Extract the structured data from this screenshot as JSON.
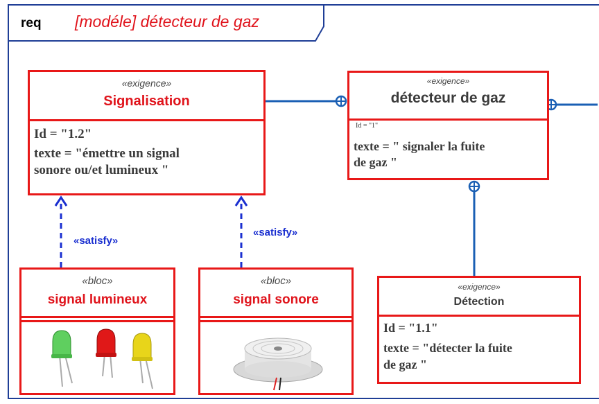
{
  "header": {
    "label": "req",
    "name": "[modéle]  détecteur de gaz"
  },
  "blocks": {
    "signalisation": {
      "stereotype": "«exigence»",
      "name": "Signalisation",
      "id": "Id = \"1.2\"",
      "text_line1": "texte = \"émettre  un signal",
      "text_line2": "sonore ou/et lumineux   \""
    },
    "detecteur": {
      "stereotype": "«exigence»",
      "name": "détecteur de gaz",
      "id": "Id = \"1\"",
      "text_line1": "texte = \" signaler la fuite",
      "text_line2": "de gaz  \""
    },
    "detection": {
      "stereotype": "«exigence»",
      "name": "Détection",
      "id": "Id = \"1.1\"",
      "text_line1": "texte = \"détecter la fuite",
      "text_line2": "de gaz  \""
    },
    "lumineux": {
      "stereotype": "«bloc»",
      "name": "signal lumineux",
      "image": "three LEDs (green, red, yellow)"
    },
    "sonore": {
      "stereotype": "«bloc»",
      "name": "signal sonore",
      "image": "white piezo buzzer with wires"
    }
  },
  "relations": {
    "satisfy_left": "«satisfy»",
    "satisfy_right": "«satisfy»"
  },
  "colors": {
    "frame": "#1f3e96",
    "block_border": "#e81818",
    "block_name": "#e0141c",
    "connector": "#1a5fb4",
    "satisfy": "#1a2fd0"
  }
}
